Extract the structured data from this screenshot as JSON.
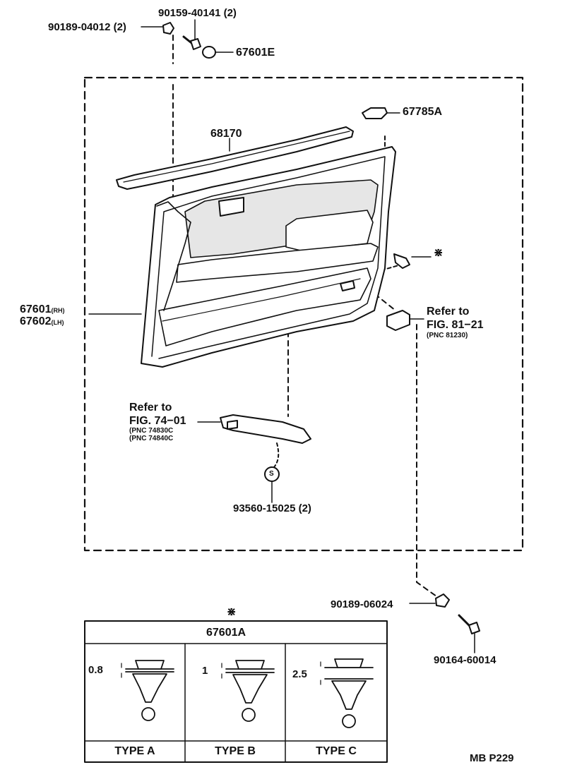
{
  "labels": {
    "p_90189_04012": "90189-04012 (2)",
    "p_90159_40141": "90159-40141 (2)",
    "p_67601E": "67601E",
    "p_68170": "68170",
    "p_67785A": "67785A",
    "star_mark": "⋇",
    "p_67601_rh": "67601",
    "rh_suffix": "(RH)",
    "p_67602_lh": "67602",
    "lh_suffix": "(LH)",
    "ref1_line1": "Refer to",
    "ref1_line2": "FIG. 81−21",
    "ref1_pnc": "(PNC 81230)",
    "ref2_line1": "Refer to",
    "ref2_line2": "FIG. 74−01",
    "ref2_pnc1": "(PNC 74830C",
    "ref2_pnc2": "(PNC 74840C",
    "s_mark": "S",
    "p_93560": "93560-15025 (2)",
    "p_90189_06024": "90189-06024",
    "p_90164_60014": "90164-60014",
    "table_star": "⋇",
    "p_67601A": "67601A",
    "dim_a": "0.8",
    "dim_b": "1",
    "dim_c": "2.5",
    "type_a": "TYPE A",
    "type_b": "TYPE B",
    "type_c": "TYPE C",
    "page_code": "MB P229"
  },
  "colors": {
    "ink": "#111111",
    "paper": "#ffffff",
    "panel_shade": "#e6e6e6"
  }
}
